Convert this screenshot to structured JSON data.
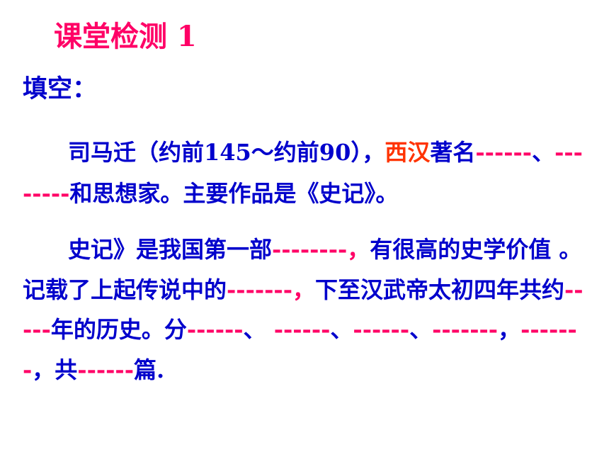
{
  "title": "课堂检测 1",
  "subtitle": "填空：",
  "paragraph1": {
    "t1": "司马迁（约前145～约前90），",
    "t2": "西汉",
    "t3": "著名",
    "b1": "------",
    "t4": "、",
    "b2": "--------",
    "t5": "和思想家。主要作品是《史记》。"
  },
  "paragraph2": {
    "t1": "史记》是我国第一部",
    "b1": "--------",
    "t2": "，",
    "t3": "有很高的史学价值 。记载了上起传说中的",
    "b2": "-------",
    "t4": "，",
    "t5": "下至汉武帝太初四年共约",
    "b3": "-----",
    "t6": "年的历史。分",
    "b4": "------",
    "t7": "、 ",
    "b5": "------",
    "t8": "、",
    "b6": "------",
    "t9": "、",
    "b7": "-------",
    "t10": "，",
    "b8": "-------",
    "t11": "，共",
    "b9": "------",
    "t12": "篇."
  }
}
